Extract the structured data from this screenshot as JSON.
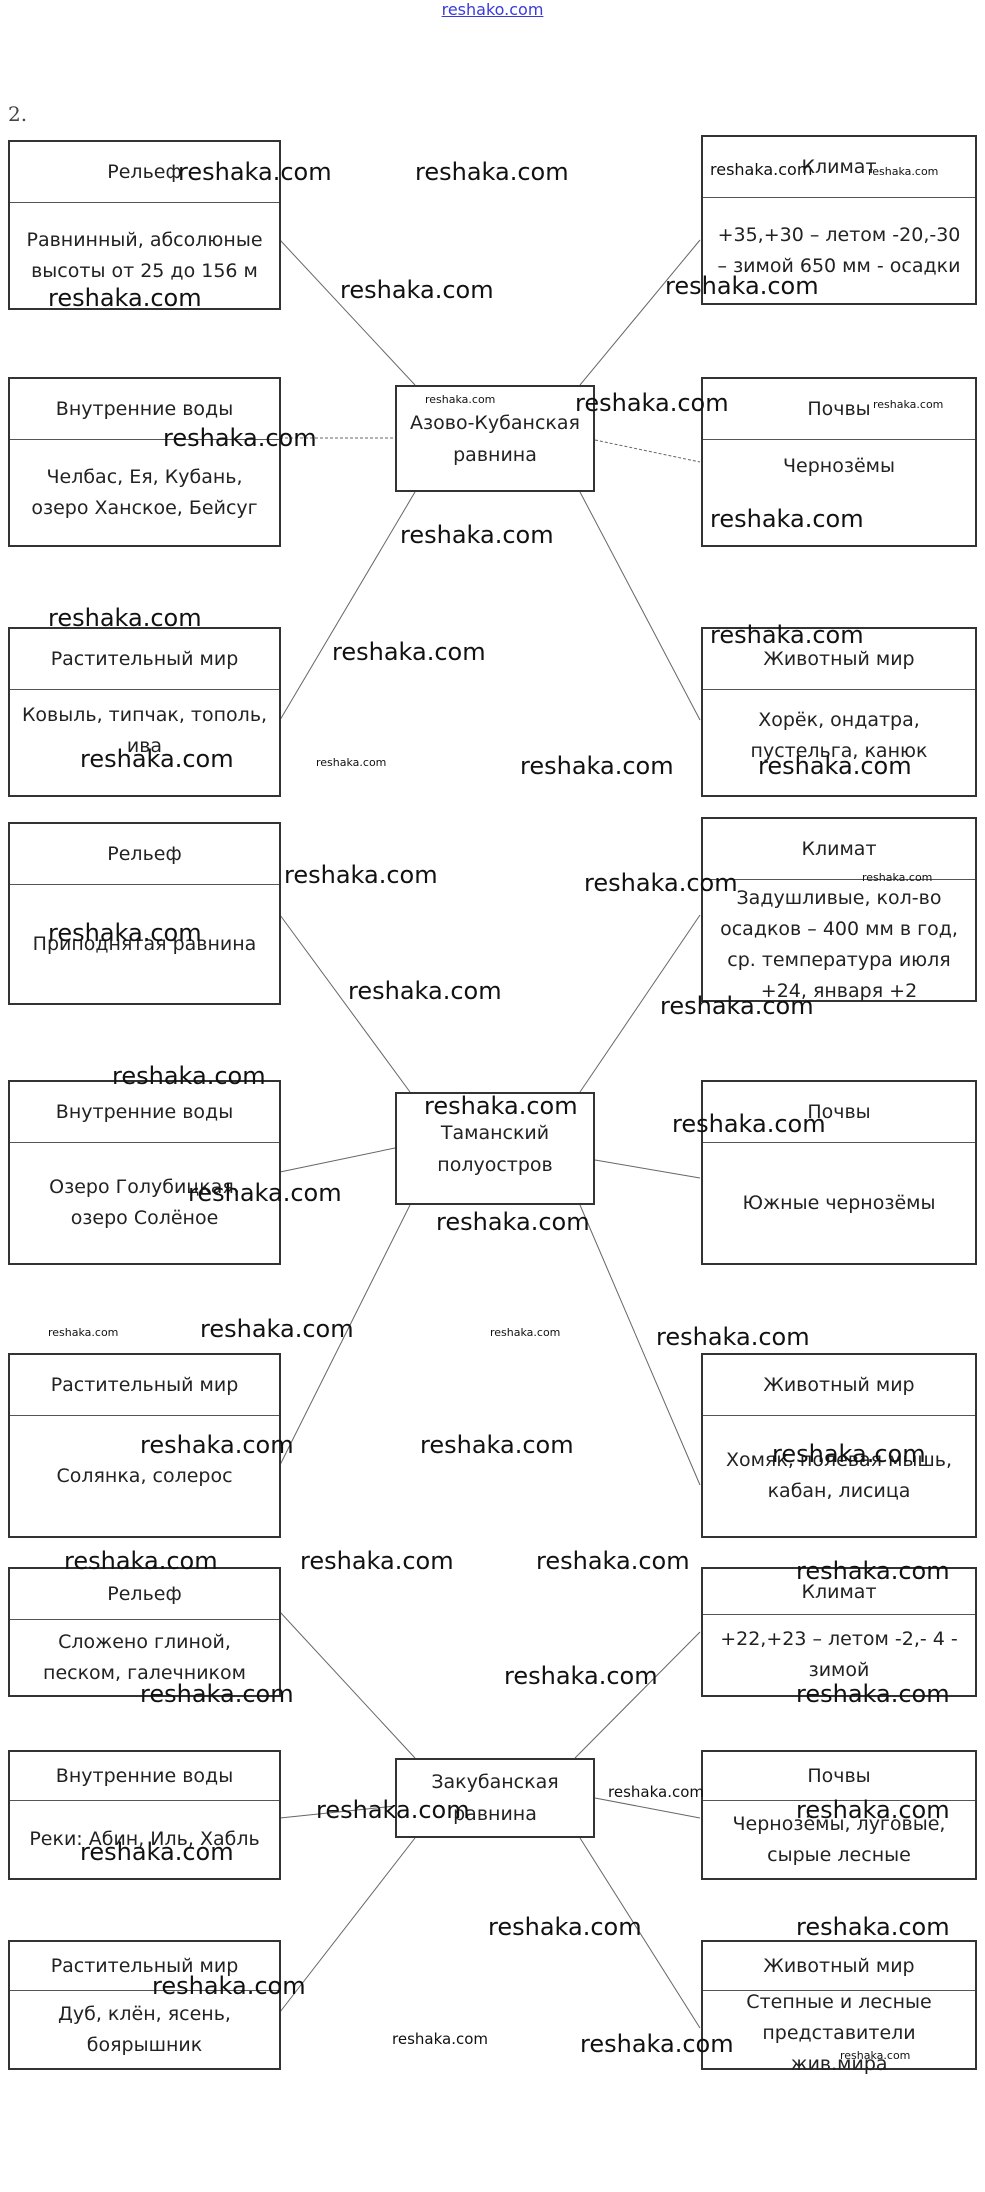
{
  "header": {
    "link": "reshako.com"
  },
  "task_number": "2.",
  "watermark_text": "reshaka.com",
  "diagrams": [
    {
      "center": "Азово-Кубанская равнина",
      "boxes": {
        "relief": {
          "title": "Рельеф",
          "body": "Равнинный, абсолюные высоты от 25 до 156 м"
        },
        "climate": {
          "title": "Климат",
          "body": "+35,+30 – летом -20,-30 – зимой 650 мм - осадки"
        },
        "waters": {
          "title": "Внутренние воды",
          "body": "Челбас, Ея, Кубань, озеро Ханское, Бейсуг"
        },
        "soils": {
          "title": "Почвы",
          "body": "Чернозёмы"
        },
        "flora": {
          "title": "Растительный мир",
          "body": "Ковыль, типчак, тополь, ива"
        },
        "fauna": {
          "title": "Животный мир",
          "body": "Хорёк, ондатра, пустельга, канюк"
        }
      }
    },
    {
      "center": "Таманский полуостров",
      "boxes": {
        "relief": {
          "title": "Рельеф",
          "body": "Приподнятая равнина"
        },
        "climate": {
          "title": "Климат",
          "body": "Задушливые, кол-во осадков – 400 мм в год, ср. температура июля +24, января +2"
        },
        "waters": {
          "title": "Внутренние воды",
          "body": "Озеро Голубицкая, озеро Солёное"
        },
        "soils": {
          "title": "Почвы",
          "body": "Южные чернозёмы"
        },
        "flora": {
          "title": "Растительный мир",
          "body": "Солянка, солерос"
        },
        "fauna": {
          "title": "Животный мир",
          "body": "Хомяк, полевая мышь, кабан, лисица"
        }
      }
    },
    {
      "center": "Закубанская равнина",
      "boxes": {
        "relief": {
          "title": "Рельеф",
          "body": "Сложено глиной, песком, галечником"
        },
        "climate": {
          "title": "Климат",
          "body": "+22,+23 – летом -2,- 4 - зимой"
        },
        "waters": {
          "title": "Внутренние воды",
          "body": "Реки: Абин, Иль, Хабль"
        },
        "soils": {
          "title": "Почвы",
          "body": "Чернозёмы, луговые, сырые лесные"
        },
        "flora": {
          "title": "Растительный мир",
          "body": "Дуб, клён, ясень, боярышник"
        },
        "fauna": {
          "title": "Животный мир",
          "body": "Степные и лесные представители жив.мира"
        }
      }
    }
  ]
}
